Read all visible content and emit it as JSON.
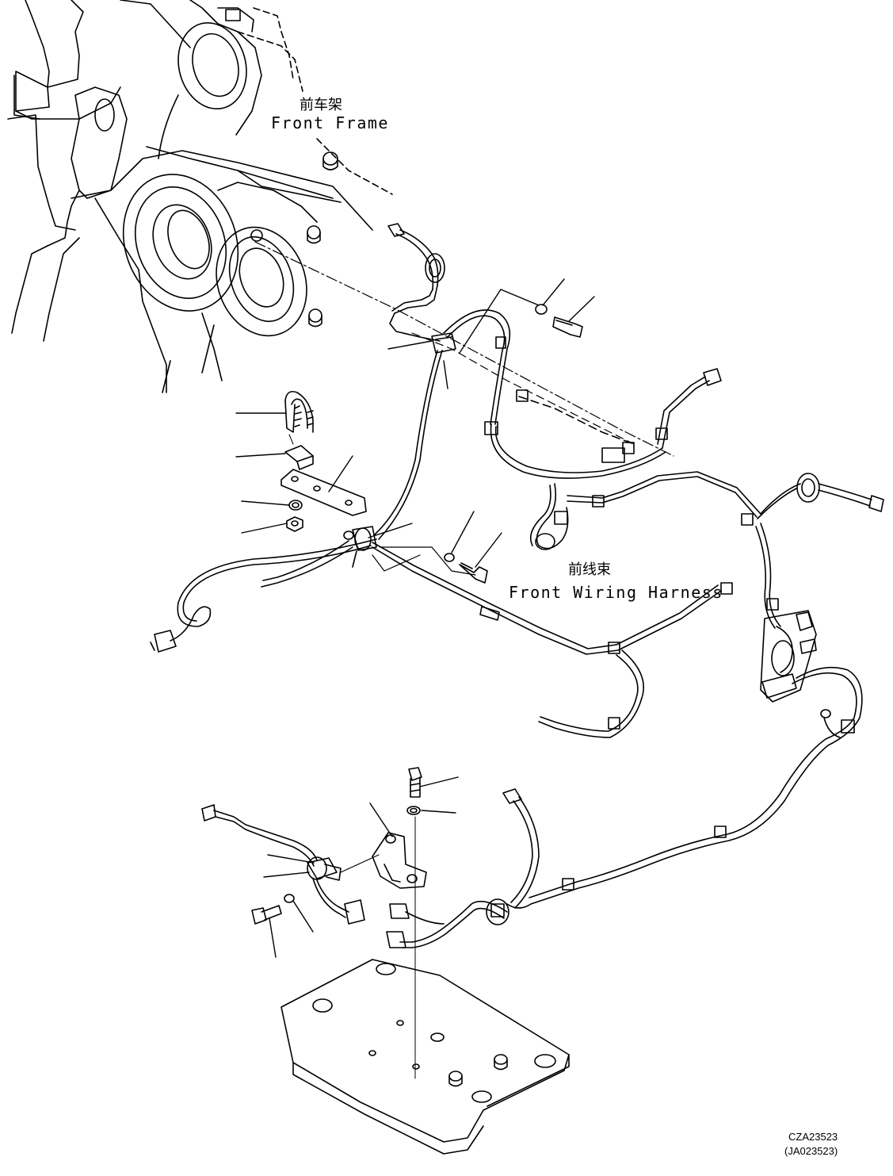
{
  "labels": {
    "front_frame_cn": "前车架",
    "front_frame_en": "Front Frame",
    "front_harness_cn": "前线束",
    "front_harness_en": "Front Wiring Harness"
  },
  "drawing_codes": {
    "code": "CZA23523",
    "alt_code": "(JA023523)"
  },
  "colors": {
    "ink": "#000000",
    "paper": "#ffffff"
  }
}
